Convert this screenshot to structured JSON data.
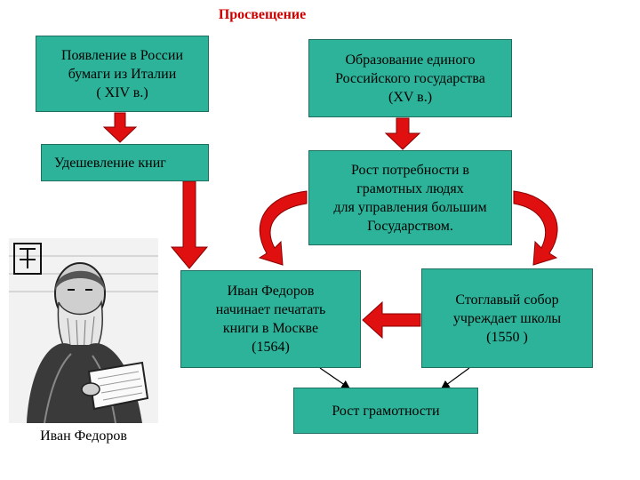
{
  "title": "Просвещение",
  "boxes": {
    "paper": "Появление в России\nбумаги из Италии\n( XIV в.)",
    "state": "Образование единого\nРоссийского государства\n(XV в.)",
    "cheap": "Удешевление книг",
    "need": "Рост потребности в\nграмотных людях\nдля управления большим\nГосударством.",
    "fedorov": "Иван Федоров\nначинает печатать\nкниги в Москве\n(1564)",
    "sobor": "Стоглавый собор\nучреждает школы\n(1550 )",
    "literacy": "Рост грамотности"
  },
  "portrait_caption": "Иван Федоров",
  "colors": {
    "title": "#cc0000",
    "box_fill": "#2db39a",
    "arrow_red": "#e01010"
  }
}
